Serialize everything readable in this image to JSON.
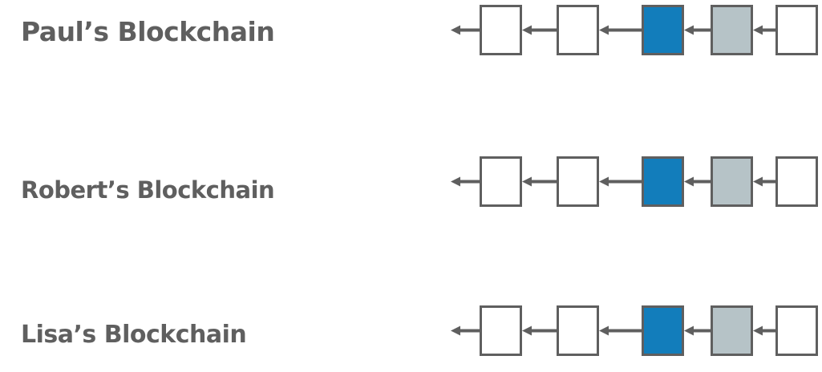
{
  "chains": [
    {
      "label": "Paul’s Blockchain",
      "blocks": [
        "empty",
        "empty",
        "highlight-dark",
        "highlight-light",
        "empty"
      ]
    },
    {
      "label": "Robert’s Blockchain",
      "blocks": [
        "empty",
        "empty",
        "highlight-dark",
        "highlight-light",
        "empty"
      ]
    },
    {
      "label": "Lisa’s Blockchain",
      "blocks": [
        "empty",
        "empty",
        "highlight-dark",
        "highlight-light",
        "empty"
      ]
    }
  ],
  "colors": {
    "empty": "#ffffff",
    "highlight-dark": "#127dbb",
    "highlight-light": "#b6c3c7",
    "stroke": "#5f5f5f",
    "label": "#5f5f5f"
  }
}
